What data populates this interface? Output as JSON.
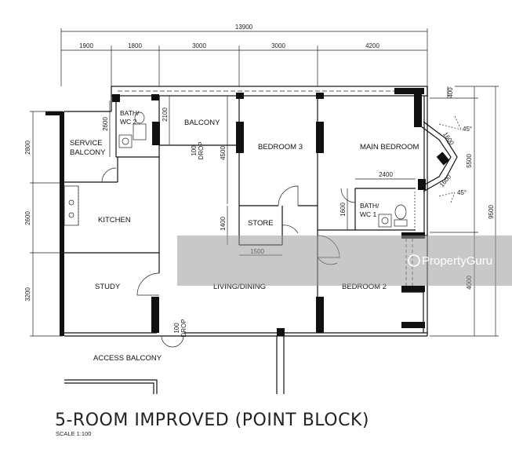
{
  "title": "5-ROOM IMPROVED (POINT BLOCK)",
  "scale": "SCALE  1:100",
  "watermark": "PropertyGuru",
  "top_dims": {
    "total": "13900",
    "segments": [
      "1900",
      "1800",
      "3000",
      "3000",
      "4200"
    ]
  },
  "left_dims": [
    "2800",
    "2600",
    "3200"
  ],
  "right_dims": {
    "total": "9500",
    "a": "400",
    "b": "5500",
    "c": "4000"
  },
  "inner_dims": {
    "bath2_w": "2600",
    "balcony_h": "2100",
    "bed3_h": "4500",
    "store_h": "1400",
    "store_w": "1500",
    "bath1_h": "1600",
    "bath1_w": "2400",
    "bay_1": "1600",
    "bay_2": "1600",
    "angle_1": "45°",
    "angle_2": "45°"
  },
  "rooms": {
    "bath2": [
      "BATH/",
      "WC 2"
    ],
    "service_balcony": [
      "SERVICE",
      "BALCONY"
    ],
    "balcony": "BALCONY",
    "bedroom3": "BEDROOM 3",
    "main_bedroom": "MAIN BEDROOM",
    "kitchen": "KITCHEN",
    "store": "STORE",
    "bath1": [
      "BATH/",
      "WC 1"
    ],
    "study": "STUDY",
    "living_dining": "LIVING/DINING",
    "bedroom2": "BEDROOM 2",
    "access_balcony": "ACCESS BALCONY"
  },
  "drops": {
    "upper": [
      "100",
      "DROP"
    ],
    "lower": [
      "100",
      "DROP"
    ]
  }
}
